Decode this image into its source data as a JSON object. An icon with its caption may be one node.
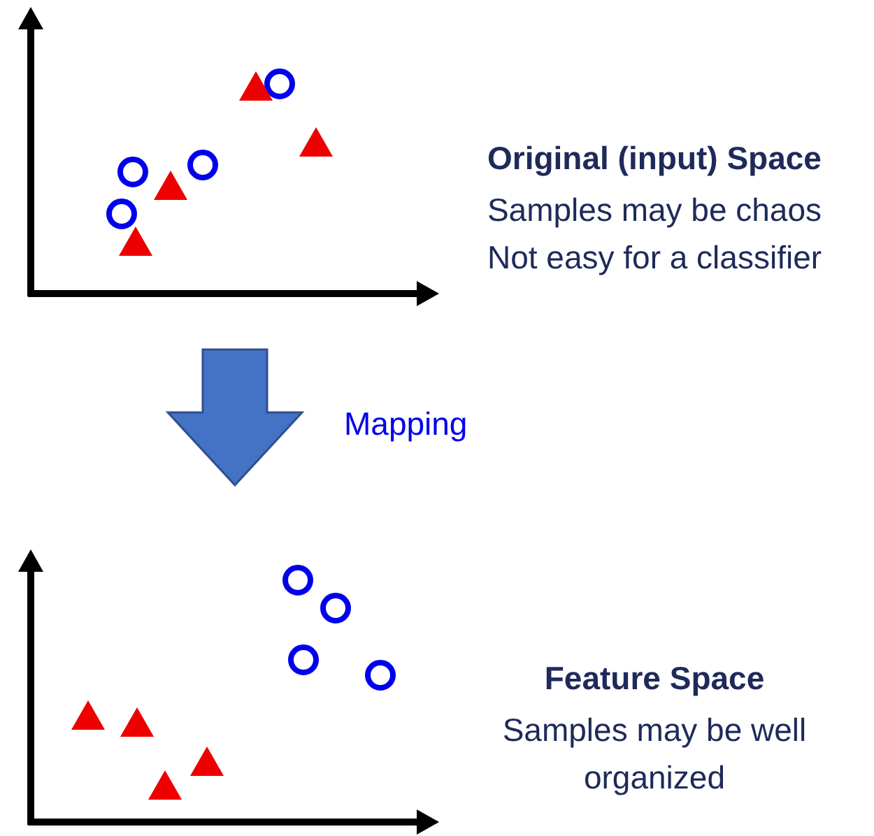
{
  "diagram": {
    "nodes": [
      {
        "text": [],
        "shape": "picture",
        "beside": [
          "Original (input) Space",
          "Samples may be chaos",
          "Not easy for a classifier"
        ]
      },
      {
        "text": [],
        "shape": "picture",
        "beside": [
          "Feature Space",
          "Samples may be well organized"
        ]
      }
    ],
    "edges": [
      {
        "from": 0,
        "to": 1,
        "arrow": "to",
        "label": "Mapping"
      }
    ]
  }
}
